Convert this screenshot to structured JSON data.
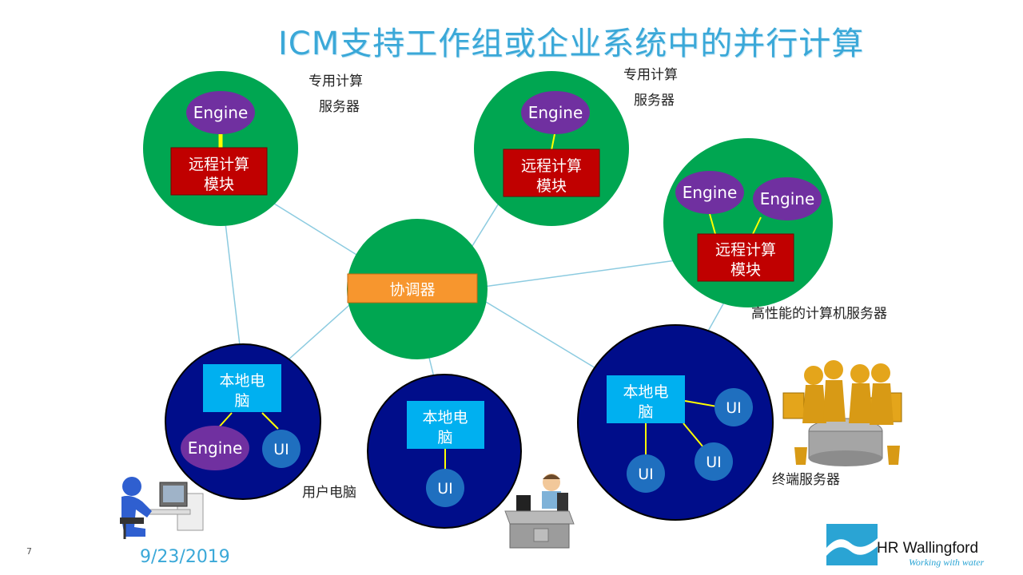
{
  "title": "ICM支持工作组或企业系统中的并行计算",
  "labels": {
    "dedicated_server_1": [
      "专用计算",
      "服务器"
    ],
    "dedicated_server_2": [
      "专用计算",
      "服务器"
    ],
    "hpc_server": "高性能的计算机服务器",
    "user_pc": "用户电脑",
    "terminal_server": "终端服务器"
  },
  "nodes": {
    "engine": "Engine",
    "remote_module": [
      "远程计算",
      "模块"
    ],
    "coordinator": "协调器",
    "local_pc": [
      "本地电",
      "脑"
    ],
    "ui": "UI"
  },
  "colors": {
    "server_circle": "#00a651",
    "client_circle": "#000d8a",
    "engine_fill": "#7030a0",
    "remote_module_fill": "#c00000",
    "coordinator_fill": "#f7962e",
    "local_pc_fill": "#00b0f0",
    "ui_fill": "#1f6fbf",
    "link_line": "#8ccbe0",
    "local_link": "#ffff00",
    "title": "#3aa8d8"
  },
  "footer": {
    "slide_number": "7",
    "date": "9/23/2019",
    "logo_name": "HR Wallingford",
    "logo_tagline": "Working with water"
  }
}
